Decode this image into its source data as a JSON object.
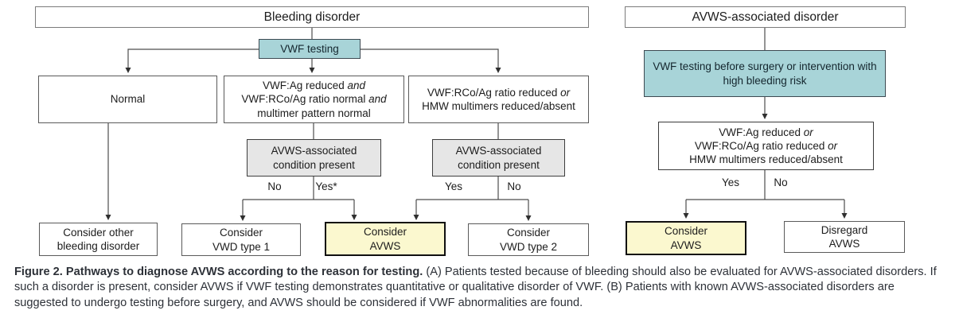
{
  "colors": {
    "teal_fill": "#a8d4d8",
    "yellow_fill": "#fbf8cf",
    "gray_fill": "#e6e6e6",
    "line": "#4d4d4d"
  },
  "flow_a": {
    "title": "Bleeding disorder",
    "vwf_testing": "VWF testing",
    "normal": "Normal",
    "criteria_quant": {
      "l1": "VWF:Ag reduced",
      "l1_em": "and",
      "l2": "VWF:RCo/Ag ratio normal",
      "l2_em": "and",
      "l3": "multimer pattern normal"
    },
    "criteria_qual": {
      "l1": "VWF:RCo/Ag ratio reduced",
      "l1_em": "or",
      "l2": "HMW multimers reduced/absent"
    },
    "condition1": {
      "l1": "AVWS-associated",
      "l2": "condition present"
    },
    "condition2": {
      "l1": "AVWS-associated",
      "l2": "condition present"
    },
    "branch1_no": "No",
    "branch1_yes": "Yes*",
    "branch2_yes": "Yes",
    "branch2_no": "No",
    "outcome_other": {
      "l1": "Consider other",
      "l2": "bleeding disorder"
    },
    "outcome_vwd1": {
      "l1": "Consider",
      "l2": "VWD type 1"
    },
    "outcome_avws": {
      "l1": "Consider",
      "l2": "AVWS"
    },
    "outcome_vwd2": {
      "l1": "Consider",
      "l2": "VWD type 2"
    }
  },
  "flow_b": {
    "title": "AVWS-associated disorder",
    "vwf_testing": {
      "l1": "VWF testing before surgery or intervention with",
      "l2": "high bleeding risk"
    },
    "criteria": {
      "l1": "VWF:Ag reduced",
      "l1_em": "or",
      "l2": "VWF:RCo/Ag ratio reduced",
      "l2_em": "or",
      "l3": "HMW multimers reduced/absent"
    },
    "branch_yes": "Yes",
    "branch_no": "No",
    "outcome_avws": {
      "l1": "Consider",
      "l2": "AVWS"
    },
    "outcome_disregard": {
      "l1": "Disregard",
      "l2": "AVWS"
    }
  },
  "caption": {
    "bold": "Figure 2. Pathways to diagnose AVWS according to the reason for testing.",
    "text": " (A) Patients tested because of bleeding should also be evaluated for AVWS-associated disorders. If such a disorder is present, consider AVWS if VWF testing demonstrates quantitative or qualitative disorder of VWF. (B) Patients with known AVWS-associated disorders are suggested to undergo testing before surgery, and AVWS should be considered if VWF abnormalities are found."
  }
}
